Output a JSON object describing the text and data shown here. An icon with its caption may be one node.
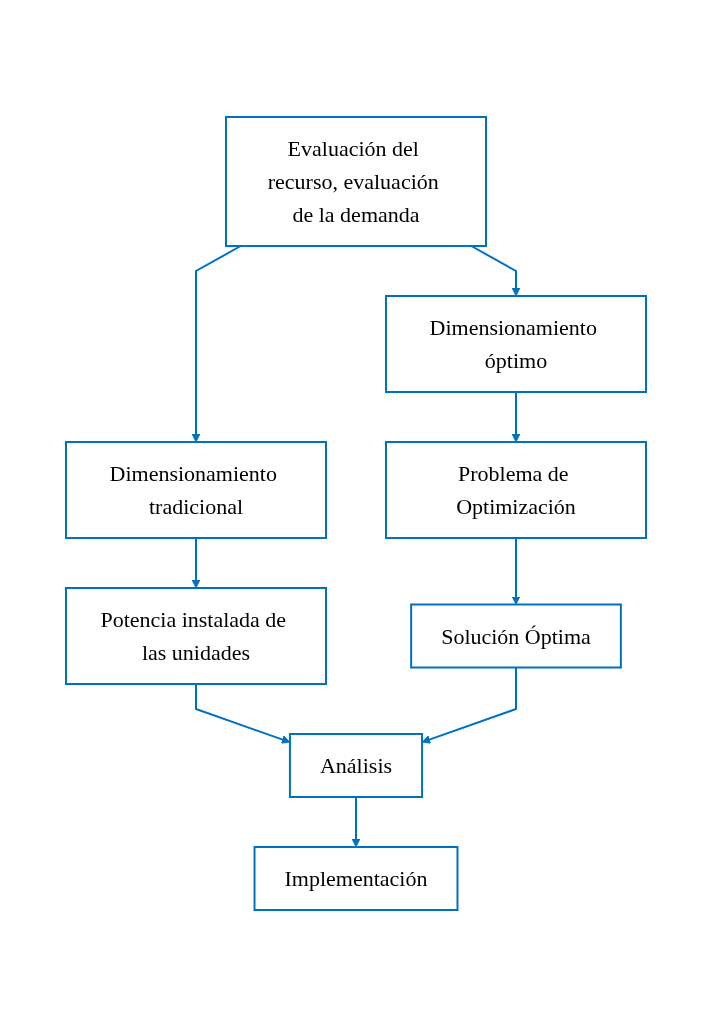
{
  "diagram": {
    "nodes": [
      {
        "text": [
          "Evaluación del recurso, evaluación de la demanda"
        ]
      },
      {
        "text": [
          "Dimensionamiento tradicional"
        ]
      },
      {
        "text": [
          "Dimensionamiento óptimo"
        ]
      },
      {
        "text": [
          "Potencia instalada de las unidades"
        ]
      },
      {
        "text": [
          "Problema de Optimización"
        ]
      },
      {
        "text": [
          "Solución Óptima"
        ]
      },
      {
        "text": [
          "Análisis"
        ]
      },
      {
        "text": [
          "Implementación"
        ]
      }
    ],
    "edges": [
      {
        "from": 0,
        "to": 1,
        "arrow": "to"
      },
      {
        "from": 0,
        "to": 2,
        "arrow": "to"
      },
      {
        "from": 1,
        "to": 3,
        "arrow": "to"
      },
      {
        "from": 2,
        "to": 4,
        "arrow": "to"
      },
      {
        "from": 4,
        "to": 5,
        "arrow": "to"
      },
      {
        "from": 3,
        "to": 6,
        "arrow": "to"
      },
      {
        "from": 5,
        "to": 6,
        "arrow": "to"
      },
      {
        "from": 6,
        "to": 7,
        "arrow": "to"
      }
    ]
  }
}
